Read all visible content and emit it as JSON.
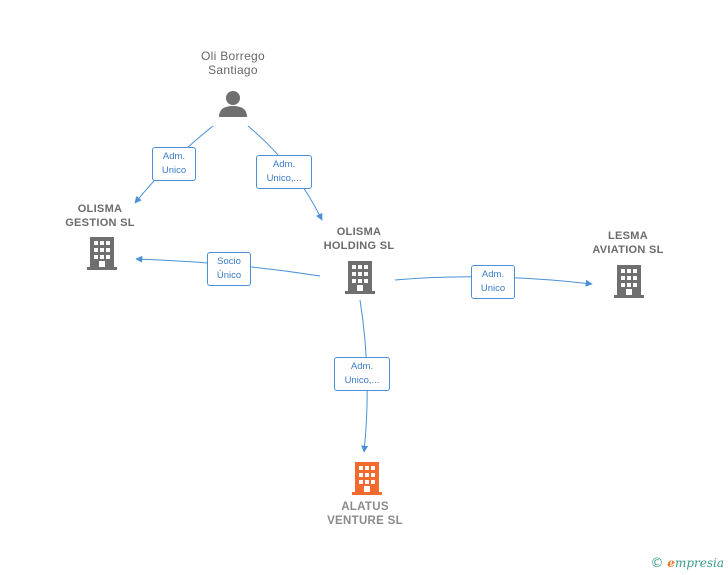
{
  "nodes": {
    "person": {
      "label": "Oli Borrego\nSantiago",
      "icon": "person-icon"
    },
    "olisma_gestion": {
      "label": "OLISMA\nGESTION  SL",
      "icon": "building-icon"
    },
    "olisma_holding": {
      "label": "OLISMA\nHOLDING  SL",
      "icon": "building-icon"
    },
    "lesma_aviation": {
      "label": "LESMA\nAVIATION  SL",
      "icon": "building-icon"
    },
    "alatus_venture": {
      "label": "ALATUS\nVENTURE  SL",
      "icon": "building-icon"
    }
  },
  "edges": {
    "person_to_gestion": {
      "line1": "Adm.",
      "line2": "Unico"
    },
    "person_to_holding": {
      "line1": "Adm.",
      "line2": "Unico,..."
    },
    "holding_to_gestion": {
      "line1": "Socio",
      "line2": "Único"
    },
    "holding_to_lesma": {
      "line1": "Adm.",
      "line2": "Unico"
    },
    "holding_to_alatus": {
      "line1": "Adm.",
      "line2": "Unico,..."
    }
  },
  "colors": {
    "edge": "#4a90d9",
    "icon": "#6f6f6f",
    "focus_icon": "#f26a2e"
  },
  "footer": {
    "copyright": "©",
    "brand_e": "e",
    "brand_rest": "mpresia"
  }
}
